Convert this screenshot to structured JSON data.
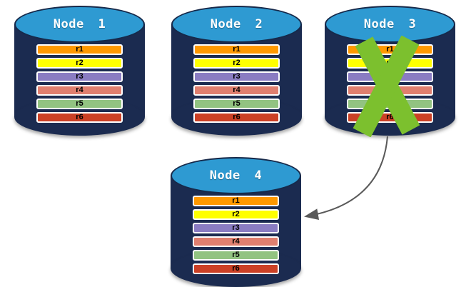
{
  "nodes": [
    {
      "label": "Node 1",
      "status": "active"
    },
    {
      "label": "Node 2",
      "status": "active"
    },
    {
      "label": "Node 3",
      "status": "failed"
    },
    {
      "label": "Node 4",
      "status": "active"
    }
  ],
  "partitions": [
    {
      "label": "r1",
      "color": "#FF9900"
    },
    {
      "label": "r2",
      "color": "#FFFF00"
    },
    {
      "label": "r3",
      "color": "#8A7CC2"
    },
    {
      "label": "r4",
      "color": "#E07F6F"
    },
    {
      "label": "r5",
      "color": "#92C381"
    },
    {
      "label": "r6",
      "color": "#CB4025"
    }
  ],
  "colors": {
    "cylinder_body": "#1B2B50",
    "cylinder_top": "#2E9AD2",
    "cylinder_outline": "#16294A",
    "bar_border": "#FFFFFF",
    "bar_text": "#000000",
    "node_label_text": "#FFFFFF",
    "failure_x": "#7CC02E",
    "arrow": "#595959"
  },
  "icons": {
    "failure": "x-mark-icon",
    "transfer": "curved-arrow-icon"
  }
}
